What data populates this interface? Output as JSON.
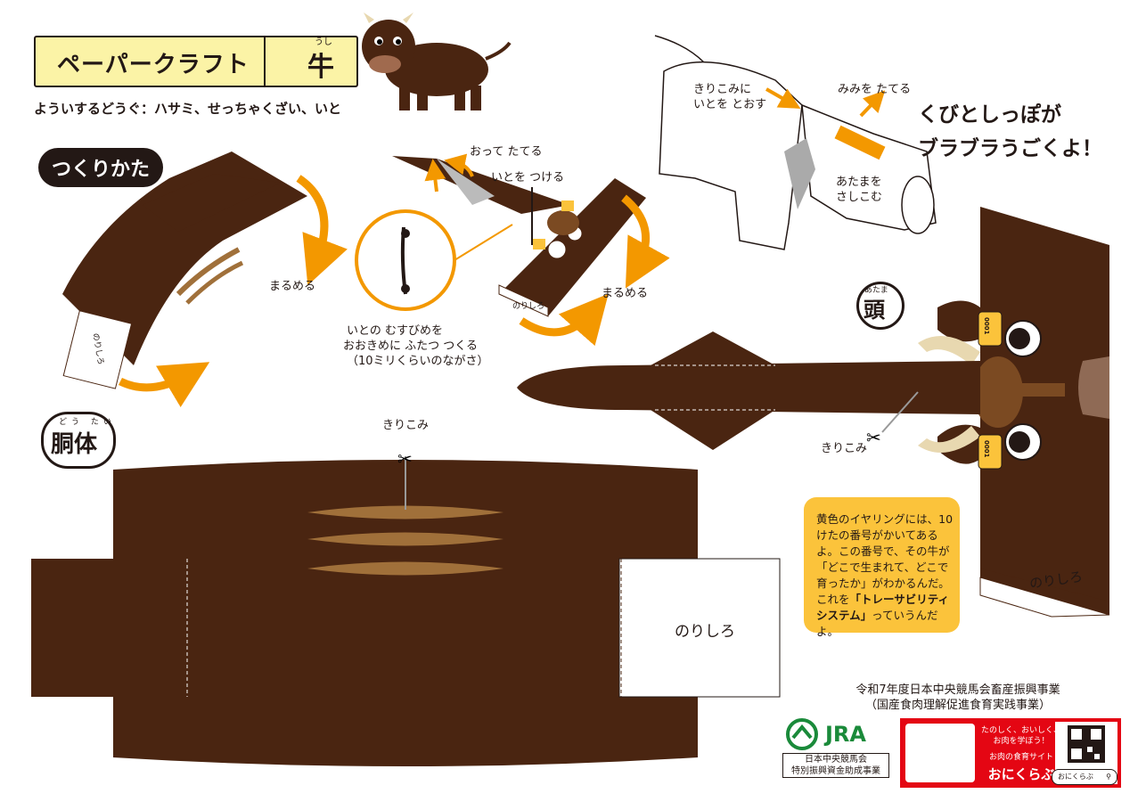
{
  "header": {
    "title": "ペーパークラフト",
    "subject": "牛",
    "subject_ruby": "うし",
    "tools": "よういするどうぐ：ハサミ、せっちゃくざい、いと"
  },
  "howto": {
    "badge": "つくりかた"
  },
  "labels": {
    "roll1": "まるめる",
    "roll2": "まるめる",
    "ears_fold": "おって たてる",
    "thread_attach": "いとを つける",
    "knot_note": [
      "いとの むすびめを",
      "おおきめに ふたつ つくる",
      "（10ミリくらいのながさ）"
    ],
    "cut_thread": [
      "きりこみに",
      "いとを とおす"
    ],
    "ears_up": "みみを たてる",
    "head_insert": [
      "あたまを",
      "さしこむ"
    ],
    "cut_head": "きりこみ",
    "cut_body": "きりこみ",
    "glue_tab": "のりしろ"
  },
  "slogan": [
    "くびとしっぽが",
    "ブラブラうごくよ！"
  ],
  "sections": {
    "head": {
      "label": "頭",
      "ruby": "あたま"
    },
    "body": {
      "label": "胴体",
      "ruby": "どう たい"
    }
  },
  "ear_tag": {
    "number": "0001"
  },
  "info": {
    "lines": [
      "黄色のイヤリングには、10",
      "けたの番号がかいてある",
      "よ。この番号で、その牛が",
      "「どこで生まれて、どこで",
      "育ったか」がわかるんだ。"
    ],
    "bold_prefix": "これを",
    "bold_term": "「トレーサビリティシステム」",
    "suffix": "っていうんだよ。"
  },
  "credit": [
    "令和7年度日本中央競馬会畜産振興事業",
    "（国産食肉理解促進食育実践事業）"
  ],
  "jra": {
    "logo": "JRA",
    "lines": [
      "日本中央競馬会",
      "特別振興資金助成事業"
    ]
  },
  "oniku": {
    "tagline": [
      "たのしく、おいしく、",
      "お肉を学ぼう！"
    ],
    "site": "お肉の食育サイト",
    "name": "おにくらぶ",
    "search": "おにくらぶ"
  },
  "colors": {
    "brown": "#4a2511",
    "mid_brown": "#7b4a22",
    "orange": "#f39800",
    "yellow": "#fbc33b",
    "cream": "#fbf3a6",
    "red": "#e40613"
  }
}
